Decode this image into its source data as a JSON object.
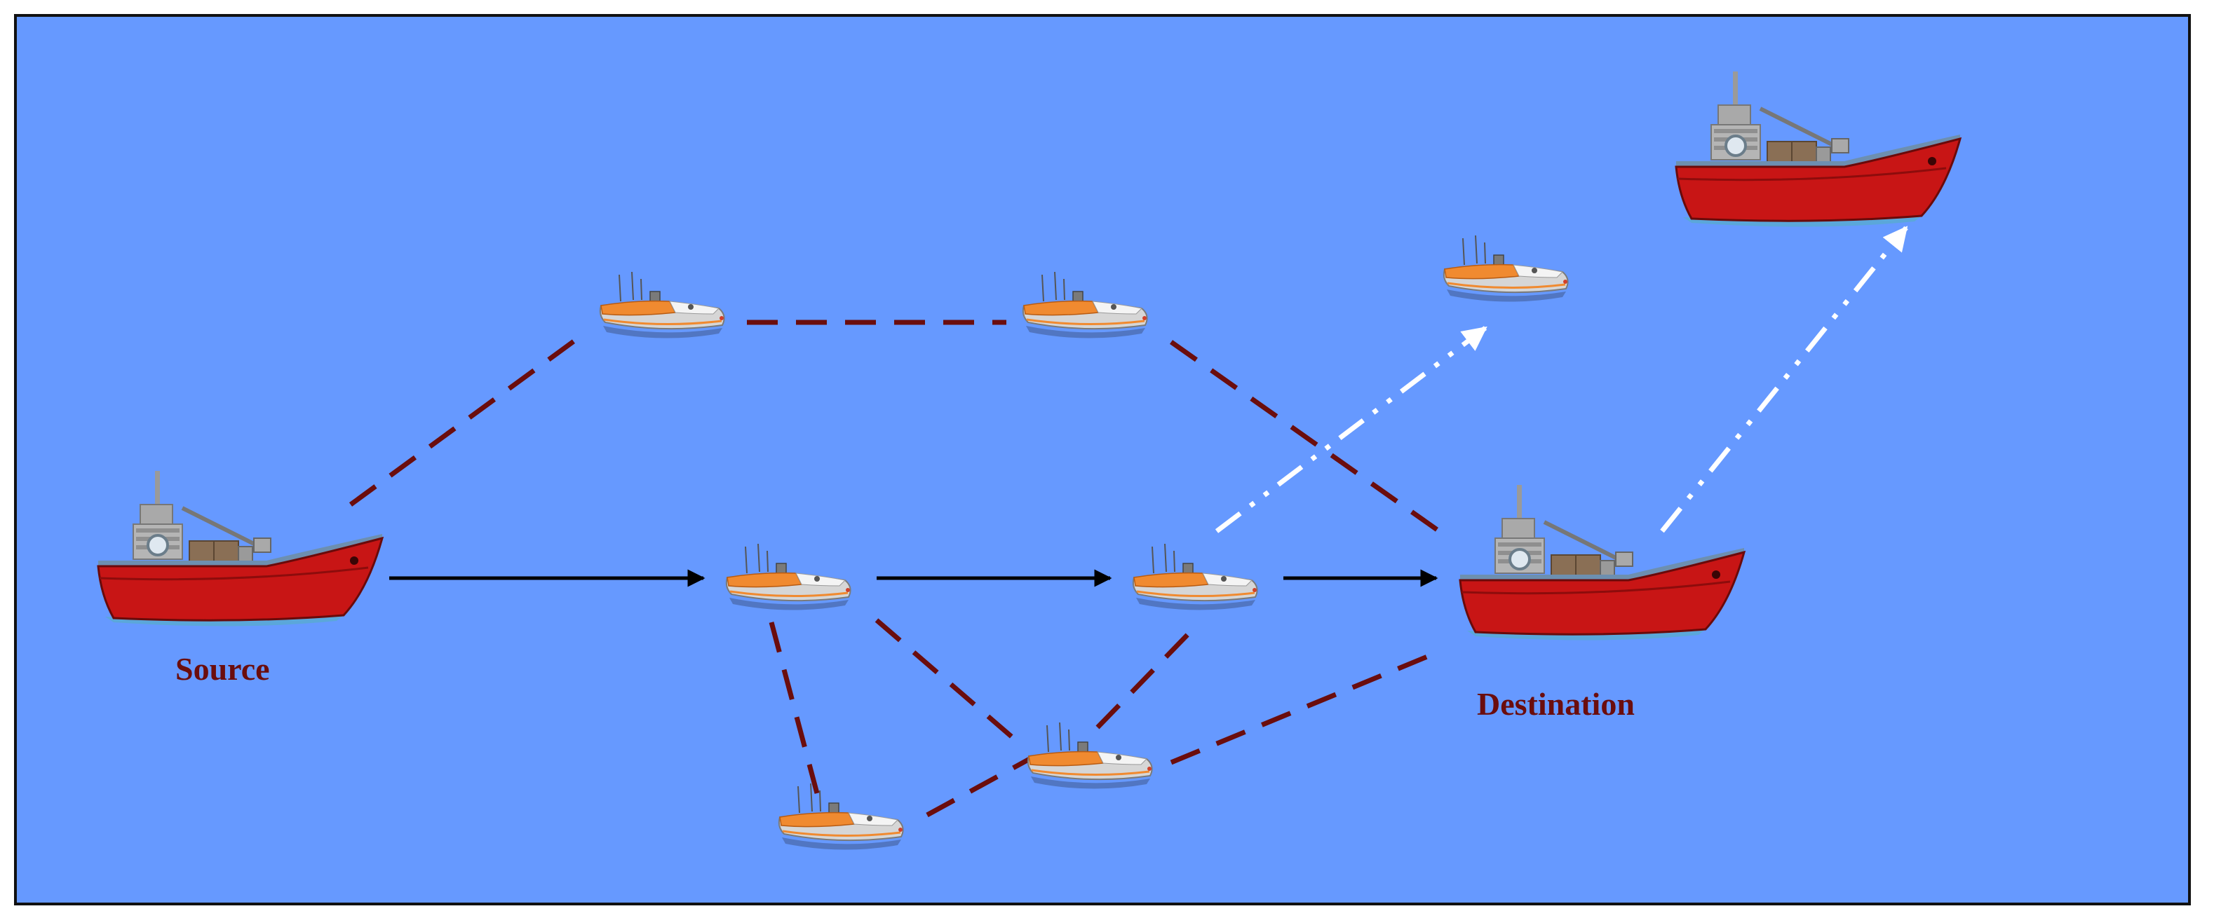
{
  "diagram": {
    "colors": {
      "sea": "#6699ff",
      "frame": "#111111",
      "link_dashed": "#6b0d0d",
      "route_arrow": "#000000",
      "departure_arrow": "#ffffff",
      "label": "#6b0d0d",
      "ship_hull": "#cc1111",
      "usv_accent": "#f08a30"
    },
    "nodes": [
      {
        "id": "source",
        "kind": "ship",
        "icon": "cargo-ship-icon"
      },
      {
        "id": "usv-top-1",
        "kind": "usv",
        "icon": "usv-boat-icon"
      },
      {
        "id": "usv-top-2",
        "kind": "usv",
        "icon": "usv-boat-icon"
      },
      {
        "id": "usv-top-3",
        "kind": "usv",
        "icon": "usv-boat-icon"
      },
      {
        "id": "usv-mid-1",
        "kind": "usv",
        "icon": "usv-boat-icon"
      },
      {
        "id": "usv-mid-2",
        "kind": "usv",
        "icon": "usv-boat-icon"
      },
      {
        "id": "usv-low-1",
        "kind": "usv",
        "icon": "usv-boat-icon"
      },
      {
        "id": "usv-low-2",
        "kind": "usv",
        "icon": "usv-boat-icon"
      },
      {
        "id": "destination",
        "kind": "ship",
        "icon": "cargo-ship-icon"
      },
      {
        "id": "ship-away",
        "kind": "ship",
        "icon": "cargo-ship-icon"
      }
    ],
    "edges": [
      {
        "from": "source",
        "to": "usv-mid-1",
        "style": "route-arrow"
      },
      {
        "from": "usv-mid-1",
        "to": "usv-mid-2",
        "style": "route-arrow"
      },
      {
        "from": "usv-mid-2",
        "to": "destination",
        "style": "route-arrow"
      },
      {
        "from": "source",
        "to": "usv-top-1",
        "style": "link-dashed"
      },
      {
        "from": "usv-top-1",
        "to": "usv-top-2",
        "style": "link-dashed"
      },
      {
        "from": "usv-top-2",
        "to": "destination",
        "style": "link-dashed"
      },
      {
        "from": "usv-mid-1",
        "to": "usv-low-2",
        "style": "link-dashed"
      },
      {
        "from": "usv-mid-1",
        "to": "usv-low-1",
        "style": "link-dashed"
      },
      {
        "from": "usv-low-2",
        "to": "usv-mid-2",
        "style": "link-dashed"
      },
      {
        "from": "usv-low-2",
        "to": "destination",
        "style": "link-dashed"
      },
      {
        "from": "usv-low-1",
        "to": "usv-low-2",
        "style": "link-dashed"
      },
      {
        "from": "usv-mid-2",
        "to": "usv-top-3",
        "style": "departure-arrow"
      },
      {
        "from": "destination",
        "to": "ship-away",
        "style": "departure-arrow"
      }
    ],
    "labels": {
      "source": "Source",
      "destination": "Destination"
    }
  }
}
